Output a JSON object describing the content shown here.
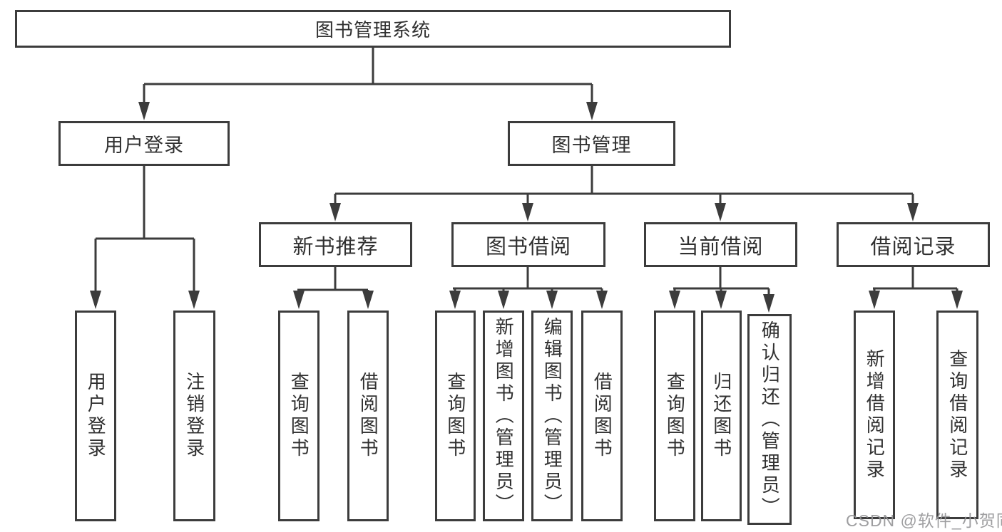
{
  "diagram": {
    "root": {
      "label": "图书管理系统"
    },
    "branches": [
      {
        "label": "用户登录",
        "children": [
          {
            "label": "用户登录"
          },
          {
            "label": "注销登录"
          }
        ]
      },
      {
        "label": "图书管理",
        "children": [
          {
            "label": "新书推荐",
            "children": [
              {
                "label": "查询图书"
              },
              {
                "label": "借阅图书"
              }
            ]
          },
          {
            "label": "图书借阅",
            "children": [
              {
                "label": "查询图书"
              },
              {
                "label": "新增图书（管理员）"
              },
              {
                "label": "编辑图书（管理员）"
              },
              {
                "label": "借阅图书"
              }
            ]
          },
          {
            "label": "当前借阅",
            "children": [
              {
                "label": "查询图书"
              },
              {
                "label": "归还图书"
              },
              {
                "label": "确认归还（管理员）"
              }
            ]
          },
          {
            "label": "借阅记录",
            "children": [
              {
                "label": "新增借阅记录"
              },
              {
                "label": "查询借阅记录"
              }
            ]
          }
        ]
      }
    ]
  },
  "watermark": {
    "text": "CSDN @软件_小贺同学"
  },
  "colors": {
    "line": "#3c3c3c",
    "box_border": "#3c3c3c",
    "box_fill": "#ffffff",
    "text": "#303030",
    "watermark": "#949496",
    "background": "#ffffff"
  }
}
